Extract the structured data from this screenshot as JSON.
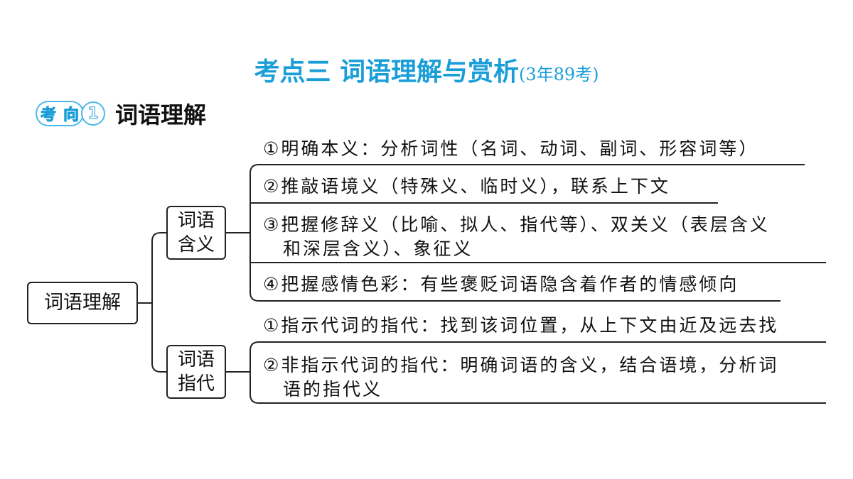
{
  "header": {
    "title": "考点三  词语理解与赏析",
    "title_sub": "(3年89考)"
  },
  "section": {
    "tag_chars": [
      "考",
      "向"
    ],
    "tag_number": "1",
    "label": "词语理解"
  },
  "diagram": {
    "root": "词语理解",
    "branches": [
      {
        "label_line1": "词语",
        "label_line2": "含义",
        "items": [
          {
            "line1": "①明确本义：分析词性（名词、动词、副词、形容词等）",
            "line2": ""
          },
          {
            "line1": "②推敲语境义（特殊义、临时义），联系上下文",
            "line2": ""
          },
          {
            "line1": "③把握修辞义（比喻、拟人、指代等）、双关义（表层含义",
            "line2": "和深层含义）、象征义"
          },
          {
            "line1": "④把握感情色彩：有些褒贬词语隐含着作者的情感倾向",
            "line2": ""
          }
        ]
      },
      {
        "label_line1": "词语",
        "label_line2": "指代",
        "items": [
          {
            "line1": "①指示代词的指代：找到该词位置，从上下文由近及远去找",
            "line2": ""
          },
          {
            "line1": "②非指示代词的指代：明确词语的含义，结合语境，分析词",
            "line2": "语的指代义"
          }
        ]
      }
    ]
  },
  "colors": {
    "accent": "#1a9ed8",
    "line": "#222222"
  }
}
